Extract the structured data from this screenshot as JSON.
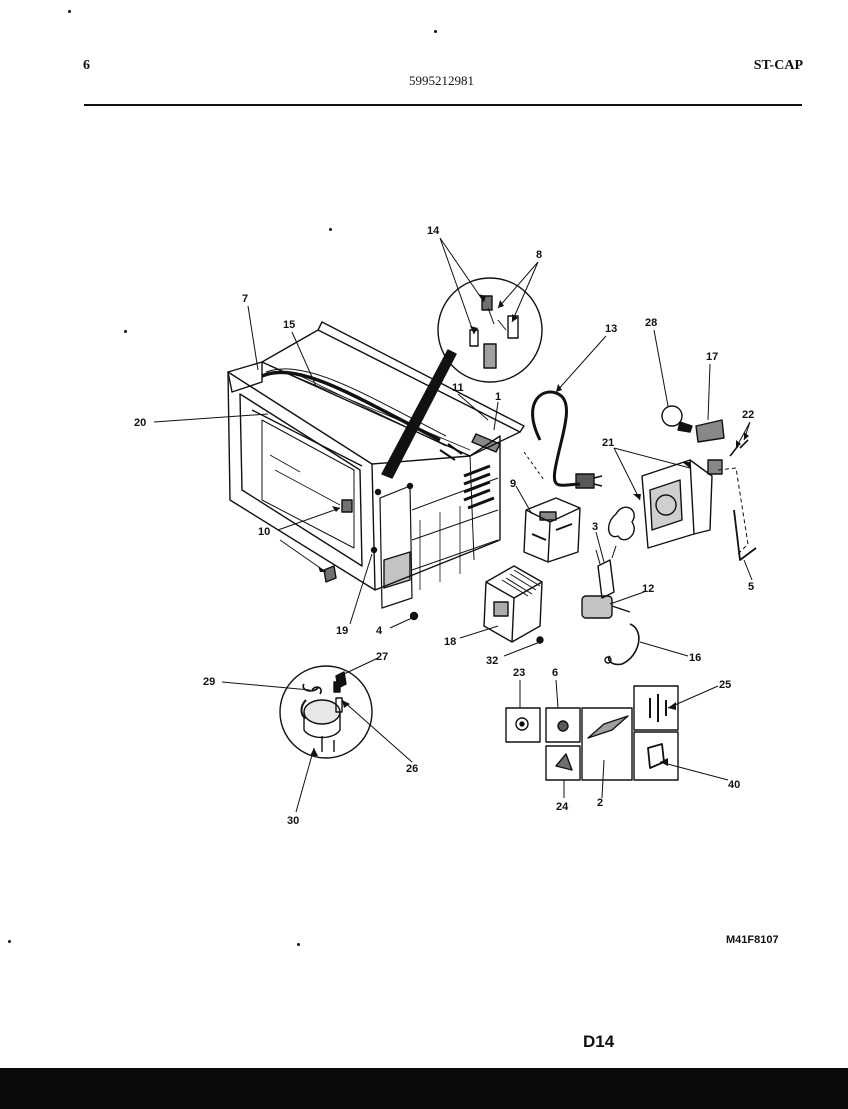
{
  "header": {
    "page_number": "6",
    "part_number": "5995212981",
    "model_code": "ST-CAP"
  },
  "diagram": {
    "drawing_code": "M41F8107",
    "diagram_id": "D14",
    "callouts": {
      "c14": "14",
      "c8a": "8",
      "c7": "7",
      "c15": "15",
      "c13": "13",
      "c28": "28",
      "c17": "17",
      "c20": "20",
      "c11": "11",
      "c1": "1",
      "c22": "22",
      "c21": "21",
      "c9": "9",
      "c10": "10",
      "c3": "3",
      "c12": "12",
      "c5": "5",
      "c19": "19",
      "c4": "4",
      "c18": "18",
      "c32": "32",
      "c16": "16",
      "c29": "29",
      "c27": "27",
      "c23": "23",
      "c6": "6",
      "c25": "25",
      "c26": "26",
      "c30": "30",
      "c24": "24",
      "c2": "2",
      "c40": "40"
    }
  }
}
